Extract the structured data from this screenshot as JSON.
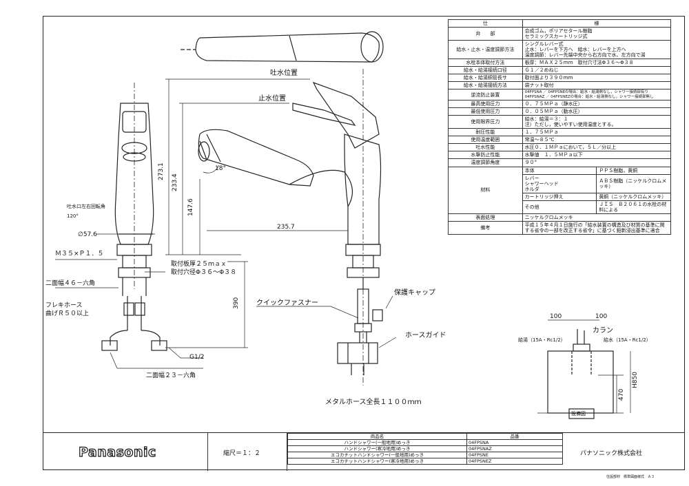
{
  "spec": {
    "header": [
      "仕",
      "様"
    ],
    "rows": [
      {
        "key": "弁　　部",
        "value": "合成ゴム，ポリアセタール樹脂\nセラミックスカートリッジ式"
      },
      {
        "key": "給水・止水・温度調節方法",
        "value": "シングルレバー式\n止水：レバーを下方へ　給水：レバーを上方へ\n温度調節：レバー先端中央から右方向で水、左方向で湯"
      },
      {
        "key": "水栓本体取付方法",
        "value": "板厚：ＭＡＸ２５ｍｍ　取付穴寸法Φ３６～Φ３８"
      },
      {
        "key": "給水・給湯接続口径",
        "value": "Ｇ１／２めねじ"
      },
      {
        "key": "給水・給湯銅管長サ",
        "value": "取付面より３９０ｍｍ"
      },
      {
        "key": "給水・給湯接続方法",
        "value": "袋ナット取付"
      },
      {
        "key": "逆流防止装置",
        "value": "04FPSNA ／ 04FPSNEの場合：給水・給湯側なし，シャワー接続部有り\n04FPSNAZ ／ 04FPSNEZの場合：給水・給湯側なし，シャワー接続部無し"
      },
      {
        "key": "最高使用圧力",
        "value": "０．７５ＭＰａ（静水圧）"
      },
      {
        "key": "最低使用圧力",
        "value": "０．０５ＭＰａ（動水圧）"
      },
      {
        "key": "使用限界圧力",
        "value": "給水：給湯＝３：１\n注）ただし，使いやすい使用温度とする。"
      },
      {
        "key": "耐圧性能",
        "value": "１．７５ＭＰａ"
      },
      {
        "key": "使用温度範囲",
        "value": "常温～８５℃"
      },
      {
        "key": "吐水性能",
        "value": "水圧０．１ＭＰａにおいて，５Ｌ／分以上"
      },
      {
        "key": "水撃防止性能",
        "value": "水撃値　１．５ＭＰａ以下"
      },
      {
        "key": "温度調節角度",
        "value": "９０°"
      }
    ],
    "material_label": "材料",
    "materials": [
      {
        "key": "本体",
        "value": "ＰＰＳ樹脂，黄銅"
      },
      {
        "key": "レバー\nシャワーヘッド\nホルダ",
        "value": "ＡＢＳ樹脂（ニッケルクロムメッキ）"
      },
      {
        "key": "カートリッジ押え",
        "value": "黄銅（ニッケルクロムメッキ）"
      },
      {
        "key": "その他",
        "value": "ＪＩＳ　Ｂ２０６１の水栓の材料による"
      }
    ],
    "surface": {
      "key": "表面処理",
      "value": "ニッケルクロムメッキ"
    },
    "remarks": {
      "key": "備考",
      "value": "平成１５年４月１日施行の「給水装置の構造及び材質の基準に関する省令の一部を改正する省令」に基づく鉛新浸出基準に適合"
    }
  },
  "drawing": {
    "labels": {
      "spout_position": "吐水位置",
      "stop_position": "止水位置",
      "spout_rotation": "吐水口左右回転角",
      "rotation_angle": "120°",
      "thread": "Ｍ３５×Ｐ１．５",
      "hex46": "二面幅４６－六角",
      "flex_hose": "フレキホース",
      "bend_radius": "曲げＲ５０以上",
      "g12": "G1/2",
      "hex23": "二面幅２３－六角",
      "plate_thickness": "取付板厚２５ｍａｘ",
      "hole_diameter": "取付穴径Φ３６～Φ３８",
      "quick_fastener": "クイックファスナー",
      "protect_cap": "保護キャップ",
      "hose_guide": "ホースガイド",
      "metal_hose": "メタルホース全長１１００ｍｍ",
      "collar": "カラン",
      "water_supply": "給湯（15A・Rc1/2）",
      "water_feed": "給水（15A・Rc1/2）",
      "install_diagram": "設備図"
    },
    "dimensions": {
      "d273": "273.1",
      "d233": "233.4",
      "d147": "147.6",
      "d235": "235.7",
      "d57": "57.6",
      "dia_prefix": "∅",
      "d390": "390",
      "d18": "18°",
      "d100a": "100",
      "d100b": "100",
      "d470": "470",
      "dH850": "H850"
    }
  },
  "titleblock": {
    "brand": "Panasonic",
    "scale": "縮尺＝１：２",
    "product_header": "商品名",
    "code_header": "品番",
    "products": [
      {
        "name": "ハンドシャワー(一般地用)めっき",
        "code": "04FPSNA"
      },
      {
        "name": "ハンドシャワー(寒冷地用)めっき",
        "code": "04FPSNAZ"
      },
      {
        "name": "エコカチットハンドシャワー(一般地用)めっき",
        "code": "04FPSNE"
      },
      {
        "name": "エコカチットハンドシャワー(寒冷地用)めっき",
        "code": "04FPSNEZ"
      }
    ],
    "company": "パナソニック株式会社",
    "footnote": "住設部材　標準図面様式　Ａ３"
  }
}
